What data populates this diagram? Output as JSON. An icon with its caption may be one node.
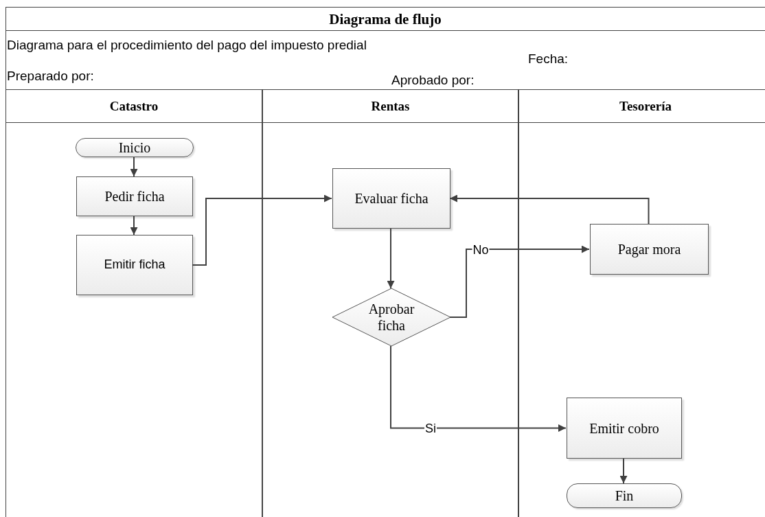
{
  "diagram": {
    "title": "Diagrama de flujo",
    "nodes": [
      {
        "text": [
          "Catastro"
        ]
      },
      {
        "text": [
          "Rentas"
        ]
      },
      {
        "text": [
          "Tesorería"
        ]
      },
      {
        "text": [
          "Inicio"
        ],
        "in": 0
      },
      {
        "text": [
          "Pedir ficha"
        ],
        "in": 0
      },
      {
        "text": [
          "Emitir ficha"
        ],
        "in": 0
      },
      {
        "text": [
          "Evaluar ficha"
        ],
        "in": 1
      },
      {
        "text": [
          "Aprobar ficha"
        ],
        "in": 1
      },
      {
        "text": [
          "Pagar mora"
        ],
        "in": 2
      },
      {
        "text": [
          "Emitir cobro"
        ],
        "in": 2
      },
      {
        "text": [
          "Fin"
        ],
        "in": 2
      }
    ],
    "edges": [
      {
        "from": 3,
        "to": 4,
        "arrow": "to"
      },
      {
        "from": 4,
        "to": 5,
        "arrow": "to"
      },
      {
        "from": 5,
        "to": 6,
        "arrow": "to"
      },
      {
        "from": 6,
        "to": 7,
        "arrow": "to"
      },
      {
        "from": 7,
        "to": 8,
        "label": "No",
        "arrow": "to"
      },
      {
        "from": 8,
        "to": 6,
        "arrow": "to"
      },
      {
        "from": 7,
        "to": 9,
        "label": "Si",
        "arrow": "to"
      },
      {
        "from": 9,
        "to": 10,
        "arrow": "to"
      }
    ],
    "labels": [
      "Diagrama para el procedimiento del pago del impuesto predial",
      "Fecha:",
      "Preparado por:",
      "Aprobado por:"
    ]
  }
}
